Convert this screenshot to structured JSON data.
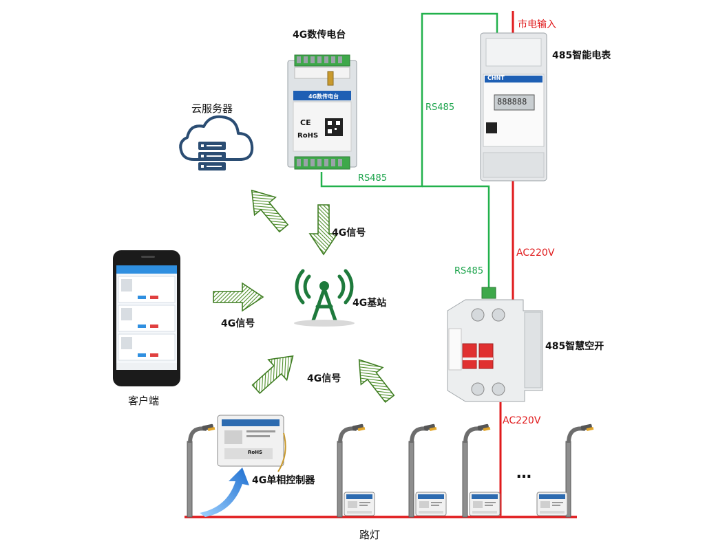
{
  "labels": {
    "dtu": "4G数传电台",
    "meter": "485智能电表",
    "mains": "市电输入",
    "cloud": "云服务器",
    "rs485_a": "RS485",
    "rs485_b": "RS485",
    "rs485_c": "RS485",
    "signal_top": "4G信号",
    "base_station": "4G基站",
    "signal_left": "4G信号",
    "signal_bottom": "4G信号",
    "ac1": "AC220V",
    "ac2": "AC220V",
    "breaker": "485智慧空开",
    "client": "客户端",
    "controller": "4G单相控制器",
    "streetlights": "路灯",
    "ellipsis": "…"
  },
  "device_text": {
    "dtu_title": "4G数传电台",
    "dtu_ce": "CE",
    "dtu_rohs": "RoHS",
    "meter_brand": "CHNT",
    "meter_display": "888888",
    "controller_rohs": "RoHS"
  },
  "colors": {
    "green_wire": "#22b14c",
    "red_wire": "#e0191b",
    "arrow_green": "#5a9b2e",
    "tower": "#1e7a3c",
    "cloud_blue": "#2b4d73",
    "phone_blue": "#2f8fe0",
    "curve_arrow": "#1f7fe0"
  }
}
